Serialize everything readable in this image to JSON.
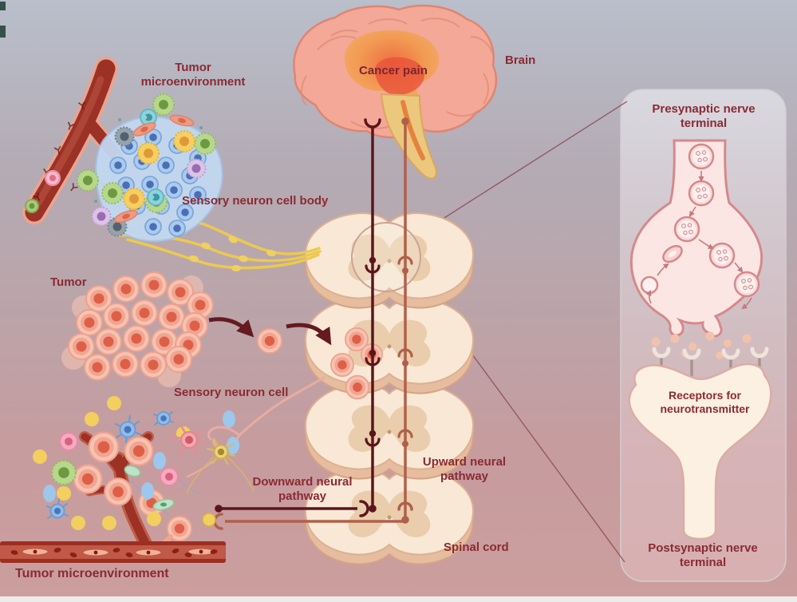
{
  "figure": {
    "labels": {
      "tumor_microenvironment_top": "Tumor microenvironment",
      "brain": "Brain",
      "cancer_pain": "Cancer pain",
      "sensory_neuron_cell_body": "Sensory neuron cell body",
      "tumor": "Tumor",
      "sensory_neuron_cell": "Sensory neuron cell",
      "downward_neural_pathway": "Downward neural pathway",
      "upward_neural_pathway": "Upward neural pathway",
      "spinal_cord": "Spinal cord",
      "tumor_microenvironment_bottom": "Tumor microenvironment"
    },
    "inset_panel": {
      "presynaptic_nerve_terminal": "Presynaptic nerve terminal",
      "receptors_for_neurotransmitter": "Receptors for neurotransmitter",
      "postsynaptic_nerve_terminal": "Postsynaptic nerve terminal"
    },
    "colors": {
      "label_text": "#8a2a34",
      "background_top": "#b9bfcb",
      "background_bottom": "#cc9e9e",
      "descending_pathway": "#5c151c",
      "ascending_pathway": "#b0604a",
      "nerve_fiber_yellow": "#ecc94f",
      "tumor_cell": "#f0a08c",
      "tumor_cell_nucleus": "#de5f48",
      "vessel_red": "#9c3126",
      "spinal_cord_cream": "#f8e8d5",
      "brain_pink": "#f4a897",
      "brain_core_orange": "#ee6a3e",
      "synapse_panel_fill": "#fce6e4",
      "postsynaptic_cream": "#fbf0e2"
    }
  }
}
